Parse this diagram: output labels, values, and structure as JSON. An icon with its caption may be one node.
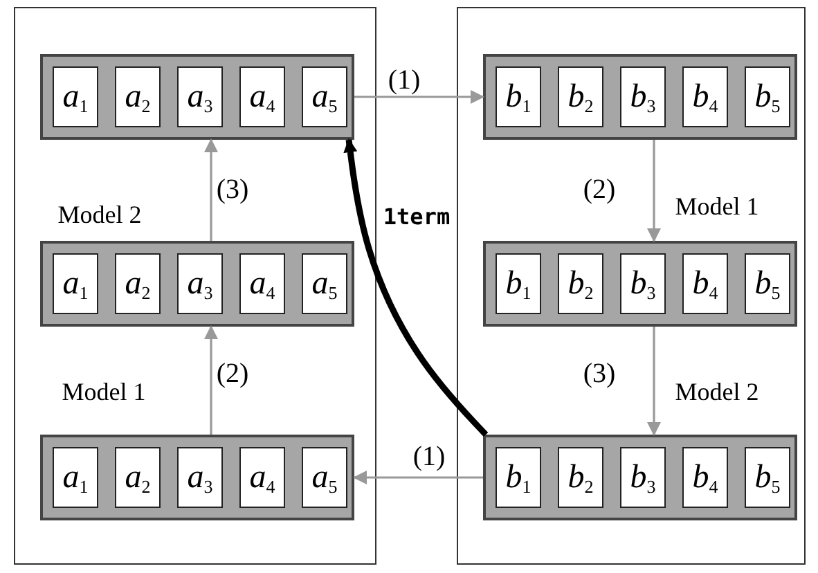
{
  "diagram": {
    "nodes": [
      {
        "text": [],
        "shape": "box"
      },
      {
        "text": [],
        "in": 0,
        "shape": "bar"
      },
      {
        "text": [
          "*a*$_{1}$"
        ],
        "in": 1
      },
      {
        "text": [
          "*a*$_{2}$"
        ],
        "in": 1
      },
      {
        "text": [
          "*a*$_{3}$"
        ],
        "in": 1
      },
      {
        "text": [
          "*a*$_{4}$"
        ],
        "in": 1
      },
      {
        "text": [
          "*a*$_{5}$"
        ],
        "in": 1
      },
      {
        "text": [],
        "in": 0,
        "shape": "bar"
      },
      {
        "text": [
          "*a*$_{1}$"
        ],
        "in": 7
      },
      {
        "text": [
          "*a*$_{2}$"
        ],
        "in": 7
      },
      {
        "text": [
          "*a*$_{3}$"
        ],
        "in": 7
      },
      {
        "text": [
          "*a*$_{4}$"
        ],
        "in": 7
      },
      {
        "text": [
          "*a*$_{5}$"
        ],
        "in": 7
      },
      {
        "text": [],
        "in": 0,
        "shape": "bar"
      },
      {
        "text": [
          "*a*$_{1}$"
        ],
        "in": 13
      },
      {
        "text": [
          "*a*$_{2}$"
        ],
        "in": 13
      },
      {
        "text": [
          "*a*$_{3}$"
        ],
        "in": 13
      },
      {
        "text": [
          "*a*$_{4}$"
        ],
        "in": 13
      },
      {
        "text": [
          "*a*$_{5}$"
        ],
        "in": 13
      },
      {
        "text": [],
        "shape": "box"
      },
      {
        "text": [],
        "in": 19,
        "shape": "bar"
      },
      {
        "text": [
          "*b*$_{1}$"
        ],
        "in": 20
      },
      {
        "text": [
          "*b*$_{2}$"
        ],
        "in": 20
      },
      {
        "text": [
          "*b*$_{3}$"
        ],
        "in": 20
      },
      {
        "text": [
          "*b*$_{4}$"
        ],
        "in": 20
      },
      {
        "text": [
          "*b*$_{5}$"
        ],
        "in": 20
      },
      {
        "text": [],
        "in": 19,
        "shape": "bar"
      },
      {
        "text": [
          "*b*$_{1}$"
        ],
        "in": 26
      },
      {
        "text": [
          "*b*$_{2}$"
        ],
        "in": 26
      },
      {
        "text": [
          "*b*$_{3}$"
        ],
        "in": 26
      },
      {
        "text": [
          "*b*$_{4}$"
        ],
        "in": 26
      },
      {
        "text": [
          "*b*$_{5}$"
        ],
        "in": 26
      },
      {
        "text": [],
        "in": 19,
        "shape": "bar"
      },
      {
        "text": [
          "*b*$_{1}$"
        ],
        "in": 32
      },
      {
        "text": [
          "*b*$_{2}$"
        ],
        "in": 32
      },
      {
        "text": [
          "*b*$_{3}$"
        ],
        "in": 32
      },
      {
        "text": [
          "*b*$_{4}$"
        ],
        "in": 32
      },
      {
        "text": [
          "*b*$_{5}$"
        ],
        "in": 32
      }
    ],
    "edges": [
      {
        "from": 1,
        "to": 20,
        "arrow": "to",
        "label": "(1)"
      },
      {
        "from": 20,
        "to": 26,
        "arrow": "to",
        "label": "(2)"
      },
      {
        "from": 26,
        "to": 32,
        "arrow": "to",
        "label": "(3)"
      },
      {
        "from": 32,
        "to": 13,
        "arrow": "to",
        "label": "(1)"
      },
      {
        "from": 13,
        "to": 7,
        "arrow": "to",
        "label": "(2)"
      },
      {
        "from": 7,
        "to": 1,
        "arrow": "to",
        "label": "(3)"
      },
      {
        "from": 32,
        "to": 1,
        "arrow": "to",
        "label": "1term",
        "style": "thick",
        "color": "#000000"
      }
    ],
    "labels": [
      "Model 2",
      "Model 1",
      "Model 1",
      "Model 2"
    ]
  }
}
